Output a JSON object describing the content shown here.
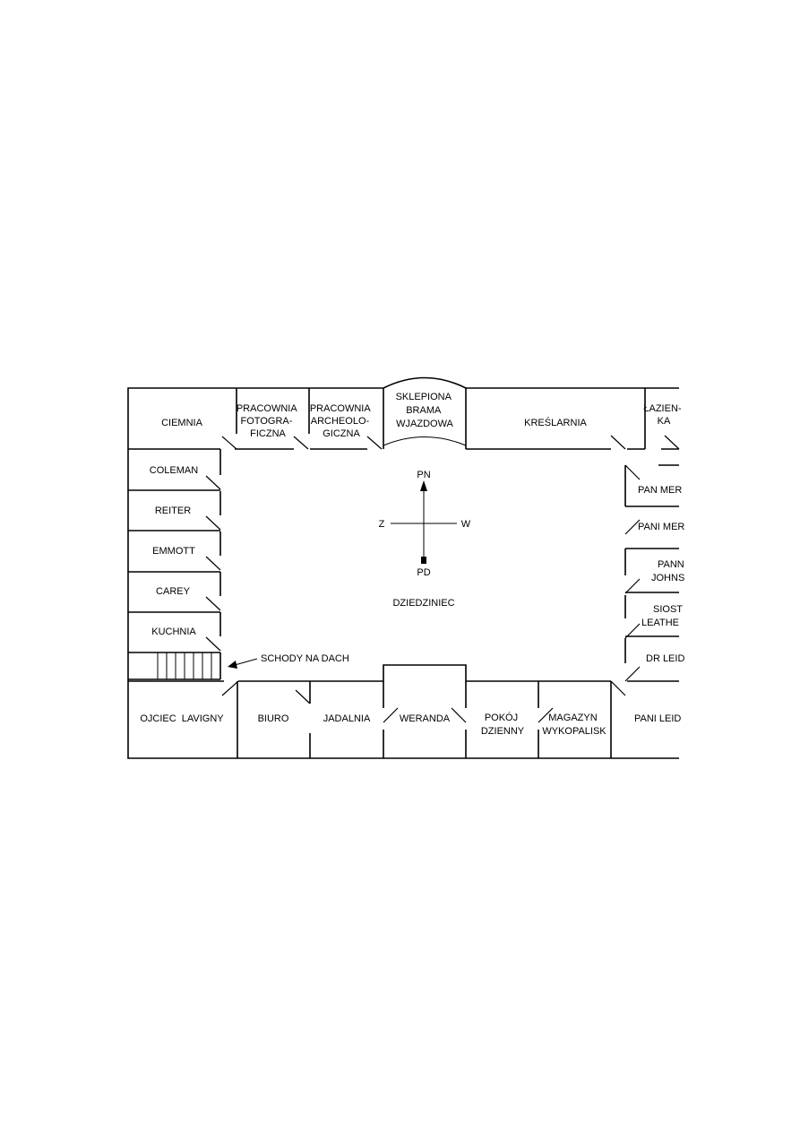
{
  "rooms": {
    "ciemnia": [
      "CIEMNIA"
    ],
    "pracownia_foto": [
      "PRACOWNIA",
      "FOTOGRA-",
      "FICZNA"
    ],
    "pracownia_archeo": [
      "PRACOWNIA",
      "ARCHEOLO-",
      "GICZNA"
    ],
    "brama": [
      "SKLEPIONA",
      "BRAMA",
      "WJAZDOWA"
    ],
    "kreslarnia": [
      "KREŚLARNIA"
    ],
    "lazienka": [
      "ŁAZIEN-",
      "KA"
    ],
    "coleman": [
      "COLEMAN"
    ],
    "reiter": [
      "REITER"
    ],
    "emmott": [
      "EMMOTT"
    ],
    "carey": [
      "CAREY"
    ],
    "kuchnia": [
      "KUCHNIA"
    ],
    "lavigny": [
      "OJCIEC  LAVIGNY"
    ],
    "biuro": [
      "BIURO"
    ],
    "jadalnia": [
      "JADALNIA"
    ],
    "weranda": [
      "WERANDA"
    ],
    "pokoj_dzienny": [
      "POKÓJ",
      "DZIENNY"
    ],
    "magazyn": [
      "MAGAZYN",
      "WYKOPALISK"
    ],
    "pani_leidner": [
      "PANI LEID"
    ],
    "pan_mer": [
      "PAN MER"
    ],
    "pani_mer": [
      "PANI MER"
    ],
    "panna_johns": [
      "PANN",
      "JOHNS"
    ],
    "siostra": [
      "SIOST",
      "LEATHE"
    ],
    "dr_leid": [
      "DR LEID"
    ]
  },
  "labels": {
    "stairs": "SCHODY NA DACH",
    "courtyard": "DZIEDZINIEC"
  },
  "compass": {
    "north": "PN",
    "south": "PD",
    "west": "Z",
    "east": "W"
  }
}
